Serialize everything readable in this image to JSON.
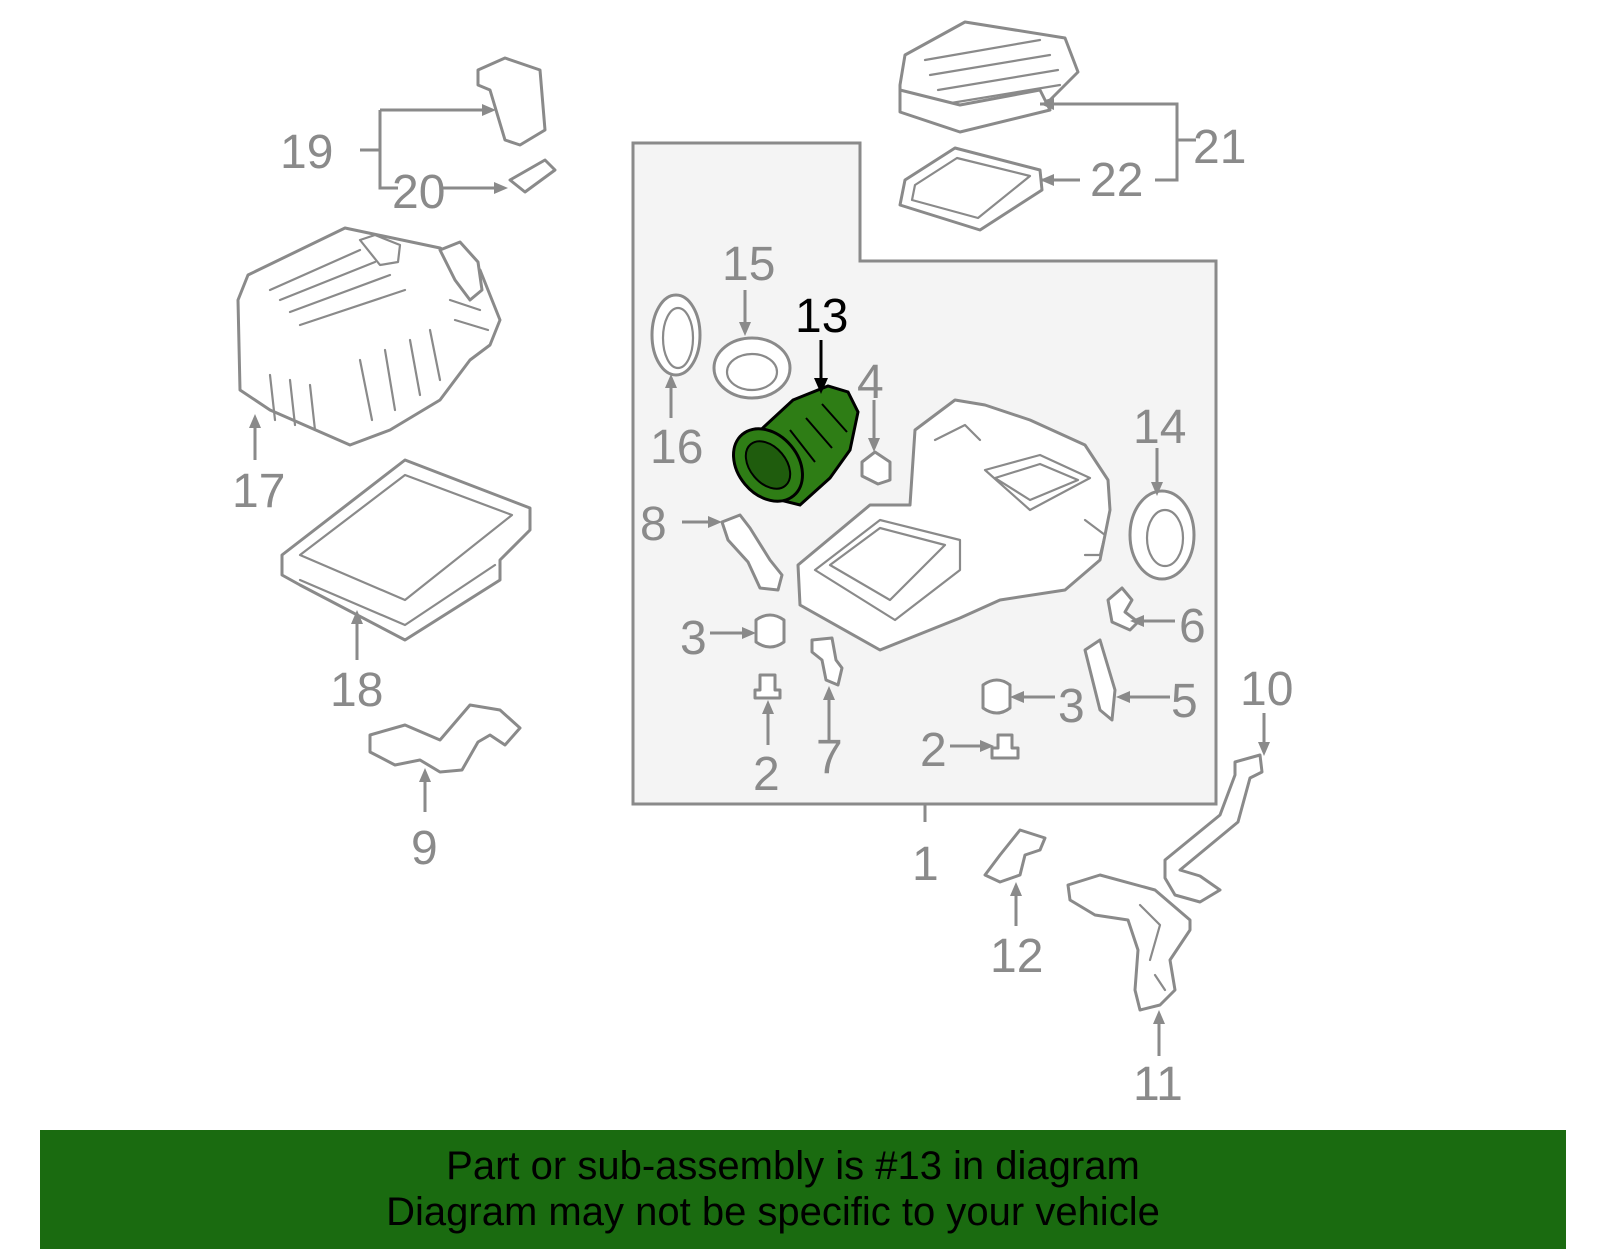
{
  "callouts": {
    "c1": "1",
    "c2a": "2",
    "c2b": "2",
    "c3a": "3",
    "c3b": "3",
    "c4": "4",
    "c5": "5",
    "c6": "6",
    "c7": "7",
    "c8": "8",
    "c9": "9",
    "c10": "10",
    "c11": "11",
    "c12": "12",
    "c13": "13",
    "c14": "14",
    "c15": "15",
    "c16": "16",
    "c17": "17",
    "c18": "18",
    "c19": "19",
    "c20": "20",
    "c21": "21",
    "c22": "22"
  },
  "highlight": {
    "part_number": "13",
    "color": "#2e7d15"
  },
  "colors": {
    "line": "#8a8a8a",
    "box_fill": "#f4f4f4",
    "banner": "#1a6b10"
  },
  "banner": {
    "line1": "Part or sub-assembly is #13 in diagram",
    "line2": "Diagram may not be specific to your vehicle"
  }
}
